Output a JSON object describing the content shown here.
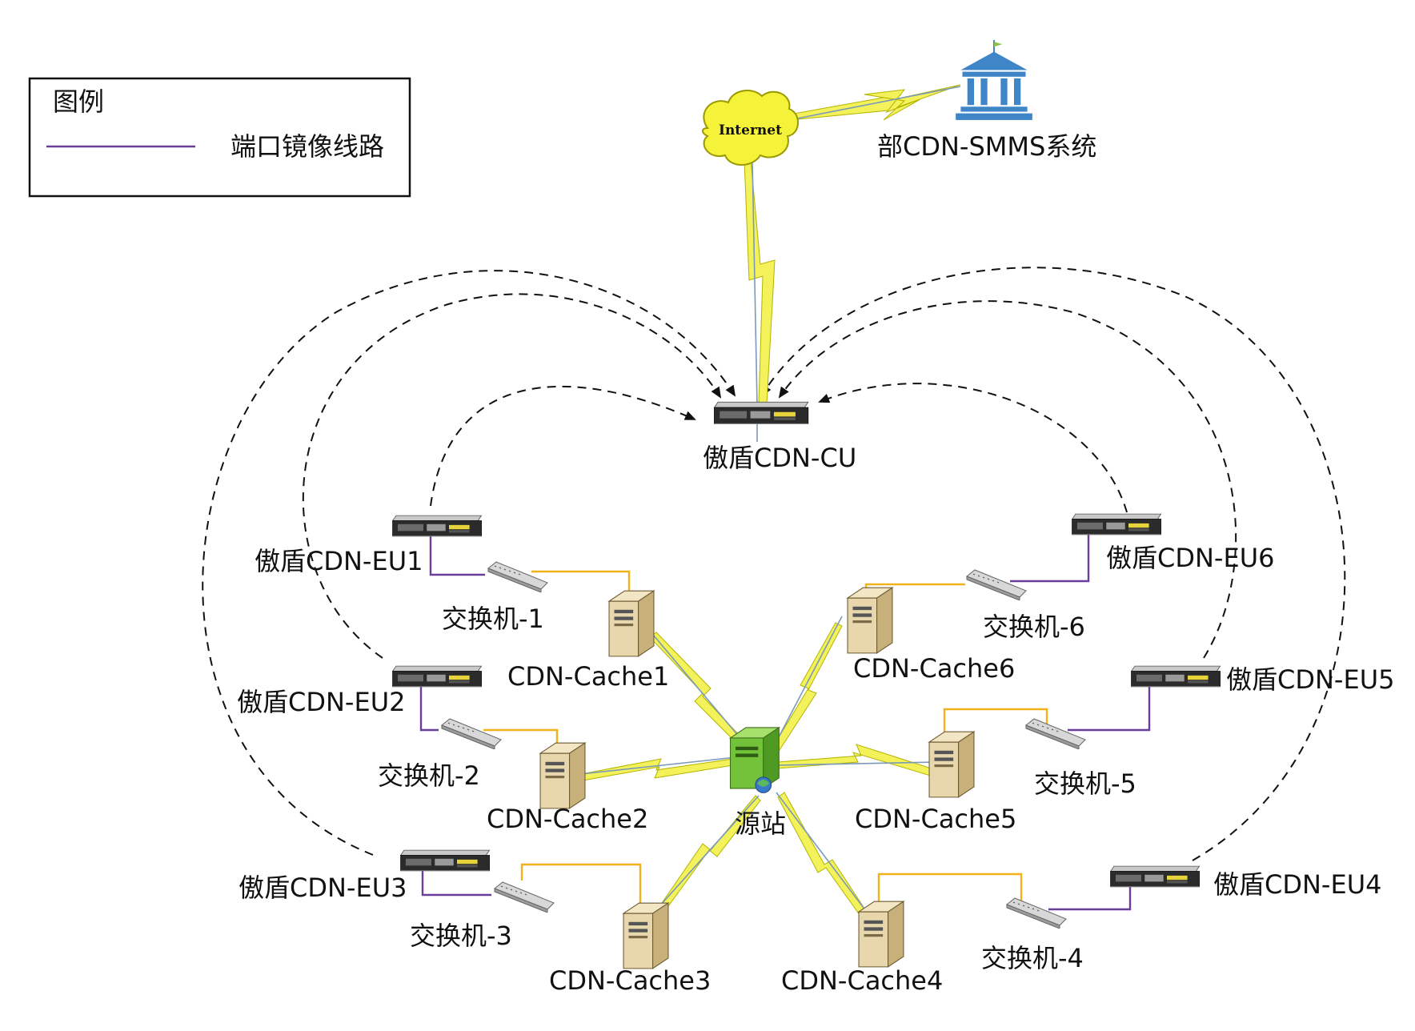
{
  "legend": {
    "title": "图例",
    "items": [
      {
        "label": "端口镜像线路",
        "line_color": "#6a3d9a"
      }
    ]
  },
  "internet": {
    "label": "Internet",
    "color": "#f5f23a"
  },
  "smms": {
    "label": "部CDN-SMMS系统",
    "icon": "government-building-icon",
    "color": "#3f86c9"
  },
  "cu": {
    "label": "傲盾CDN-CU",
    "icon": "rack-server-icon"
  },
  "origin": {
    "label": "源站",
    "icon": "green-server-globe-icon",
    "color": "#6fc234"
  },
  "eu_devices": [
    {
      "id": "eu1",
      "label": "傲盾CDN-EU1"
    },
    {
      "id": "eu2",
      "label": "傲盾CDN-EU2"
    },
    {
      "id": "eu3",
      "label": "傲盾CDN-EU3"
    },
    {
      "id": "eu4",
      "label": "傲盾CDN-EU4"
    },
    {
      "id": "eu5",
      "label": "傲盾CDN-EU5"
    },
    {
      "id": "eu6",
      "label": "傲盾CDN-EU6"
    }
  ],
  "switches": [
    {
      "id": "sw1",
      "label": "交换机-1"
    },
    {
      "id": "sw2",
      "label": "交换机-2"
    },
    {
      "id": "sw3",
      "label": "交换机-3"
    },
    {
      "id": "sw4",
      "label": "交换机-4"
    },
    {
      "id": "sw5",
      "label": "交换机-5"
    },
    {
      "id": "sw6",
      "label": "交换机-6"
    }
  ],
  "caches": [
    {
      "id": "c1",
      "label": "CDN-Cache1"
    },
    {
      "id": "c2",
      "label": "CDN-Cache2"
    },
    {
      "id": "c3",
      "label": "CDN-Cache3"
    },
    {
      "id": "c4",
      "label": "CDN-Cache4"
    },
    {
      "id": "c5",
      "label": "CDN-Cache5"
    },
    {
      "id": "c6",
      "label": "CDN-Cache6"
    }
  ],
  "colors": {
    "mirror_line": "#6a3d9a",
    "cache_link": "#f2b21b",
    "wan_link": "#f4f25a",
    "dashed_link": "#111111"
  }
}
